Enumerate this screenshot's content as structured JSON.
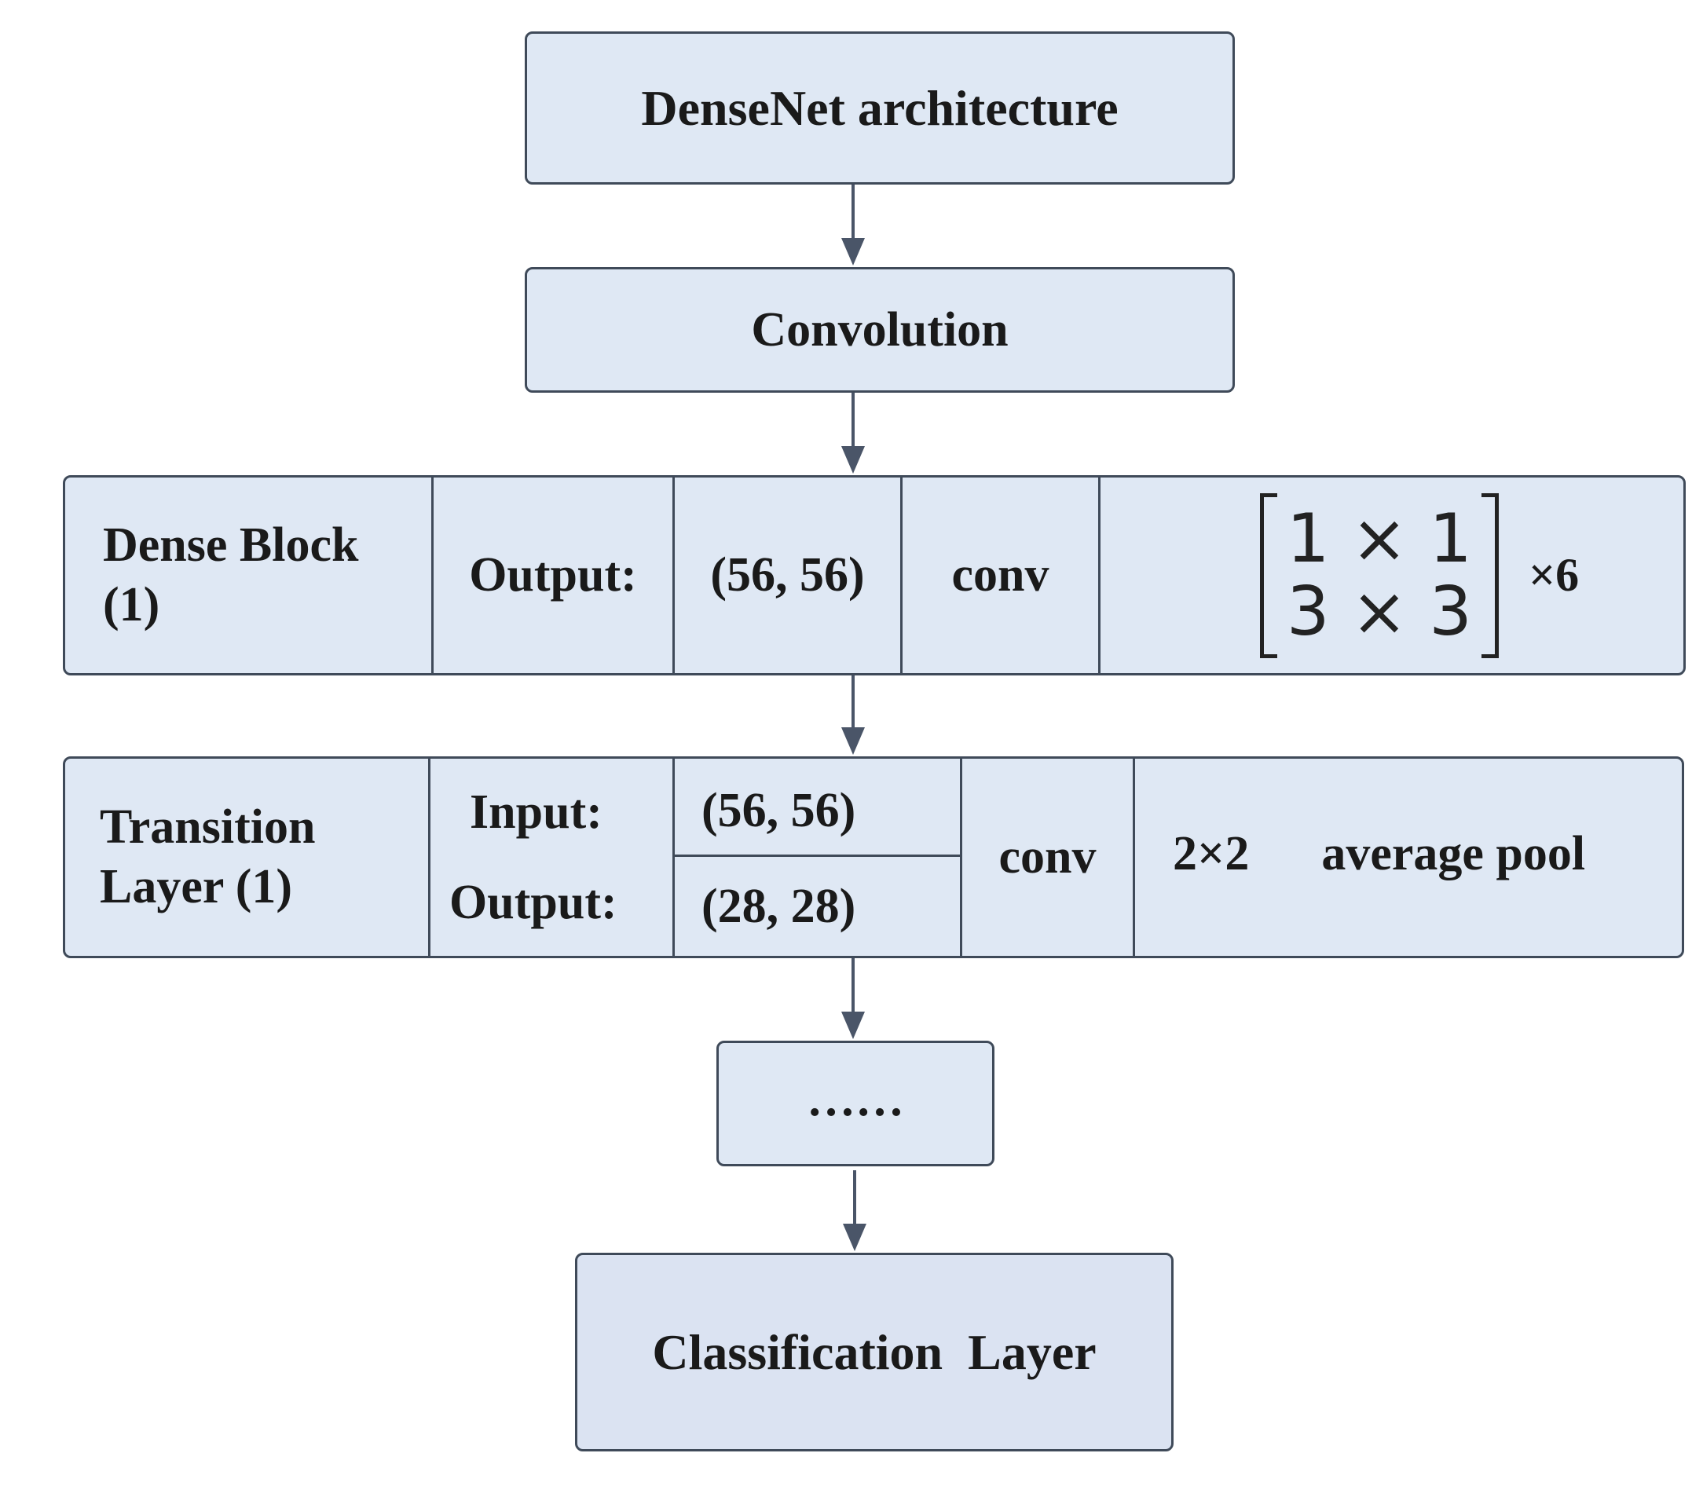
{
  "title_box": {
    "label": "DenseNet architecture"
  },
  "convolution_box": {
    "label": "Convolution"
  },
  "dense_block": {
    "name_line1": "Dense Block",
    "name_line2": "(1)",
    "output_label": "Output:",
    "output_size": "(56, 56)",
    "op": "conv",
    "matrix_row1": "1 × 1",
    "matrix_row2": "3 × 3",
    "multiplier": "×6"
  },
  "transition_layer": {
    "name_line1": "Transition",
    "name_line2": "Layer (1)",
    "input_label": "Input:",
    "output_label": "Output:",
    "input_size": "(56, 56)",
    "output_size": "(28, 28)",
    "op": "conv",
    "pool_size": "2×2",
    "pool_type": "average pool"
  },
  "ellipsis_box": {
    "label": "……"
  },
  "classification_box": {
    "label": "Classification  Layer"
  },
  "colors": {
    "box_fill": "#dfe8f4",
    "box_border": "#3f4a59",
    "arrow": "#4a5568"
  }
}
